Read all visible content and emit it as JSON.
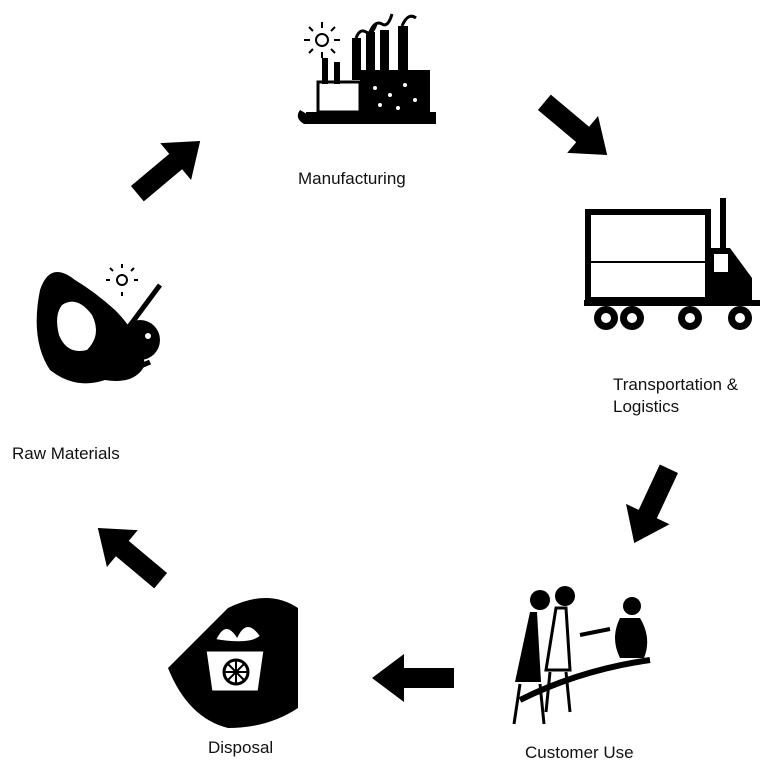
{
  "diagram": {
    "type": "cycle",
    "stages": [
      {
        "id": "manufacturing",
        "label": "Manufacturing",
        "icon": "factory-icon"
      },
      {
        "id": "transport",
        "label": "Transportation &\nLogistics",
        "icon": "truck-icon"
      },
      {
        "id": "customer",
        "label": "Customer Use",
        "icon": "shoppers-icon"
      },
      {
        "id": "disposal",
        "label": "Disposal",
        "icon": "trash-bin-icon"
      },
      {
        "id": "raw",
        "label": "Raw Materials",
        "icon": "mining-icon"
      }
    ],
    "arrow_color": "#000000",
    "icon_color": "#000000"
  }
}
